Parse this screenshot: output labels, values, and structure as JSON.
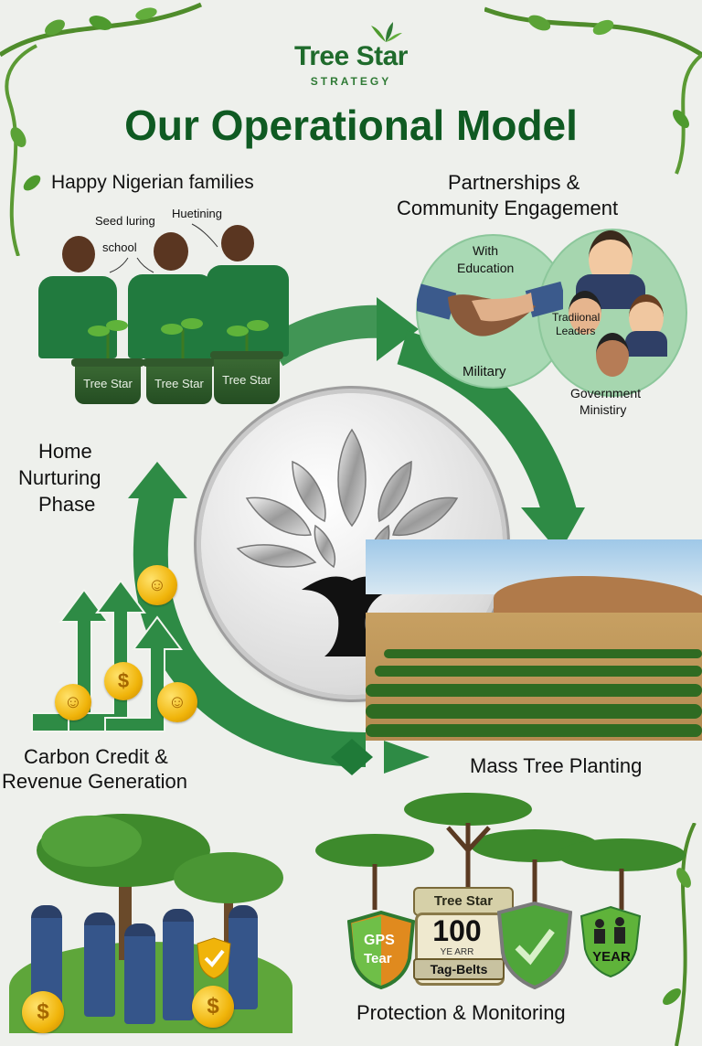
{
  "brand": {
    "name": "Tree Star",
    "tagline": "STRATEGY"
  },
  "title": "Our Operational Model",
  "stages": {
    "families": "Happy Nigerian families",
    "partnerships_line1": "Partnerships &",
    "partnerships_line2": "Community Engagement",
    "home_line1": "Home",
    "home_line2": "Nurturing",
    "home_line3": "Phase",
    "carbon_line1": "Carbon Credit &",
    "carbon_line2": "Revenue Generation",
    "planting": "Mass Tree Planting",
    "protection": "Protection & Monitoring"
  },
  "family_bubbles": {
    "seed": "Seed luring",
    "hunting": "Huetining",
    "school": "school"
  },
  "pot_label": "Tree Star",
  "partners": {
    "education_line1": "With",
    "education_line2": "Education",
    "military": "Military",
    "traditional_line1": "Tradiional",
    "traditional_line2": "Leaders",
    "government_line1": "Government",
    "government_line2": "Ministiry"
  },
  "badges": {
    "ribbon": "Tree Star",
    "gps_line1": "GPS",
    "gps_line2": "Tear",
    "count": "100",
    "count_sub": "YE ARR",
    "tag_belts": "Tag-Belts",
    "year": "YEAR"
  },
  "coin_symbol": "$",
  "colors": {
    "brand_green": "#0f5a22",
    "arrow_green": "#2e8b45",
    "gold": "#f0b40a"
  }
}
